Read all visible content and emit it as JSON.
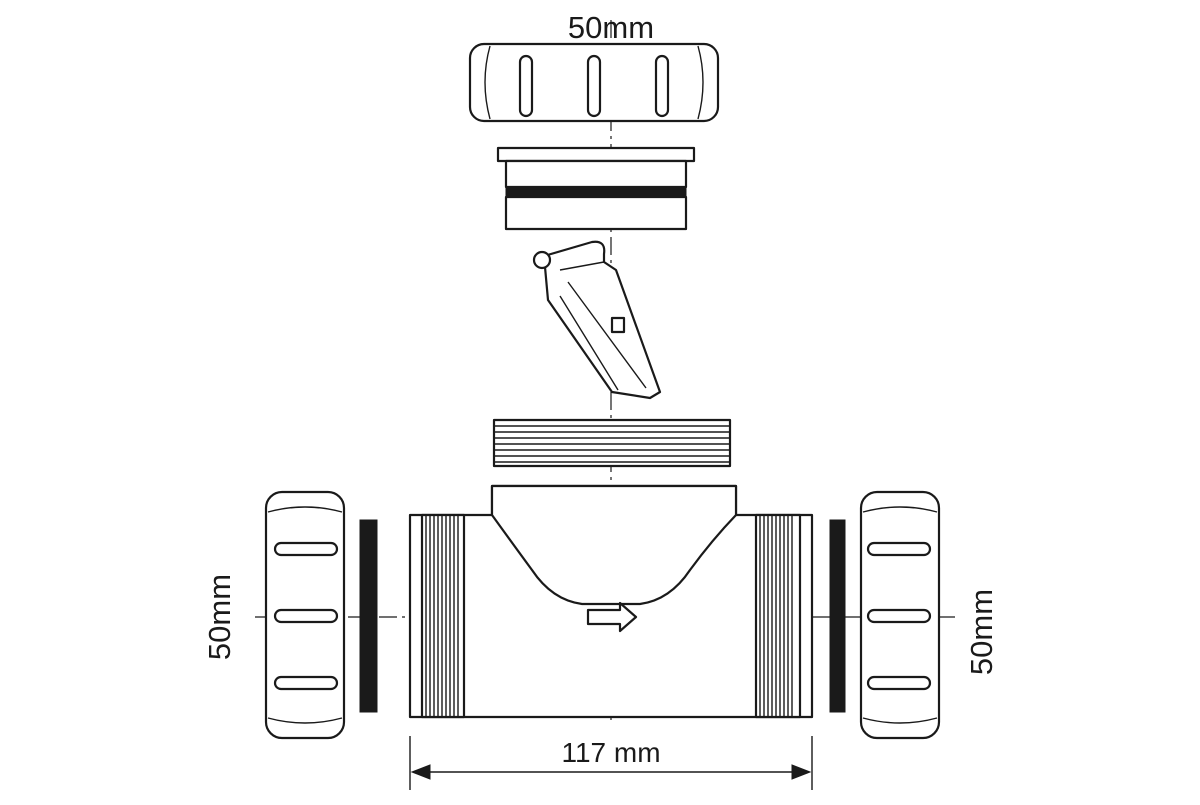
{
  "labels": {
    "top_dimension": "50mm",
    "left_dimension": "50mm",
    "right_dimension": "50mm",
    "bottom_dimension": "117 mm"
  },
  "colors": {
    "line": "#1a1a1a",
    "background": "#ffffff"
  }
}
